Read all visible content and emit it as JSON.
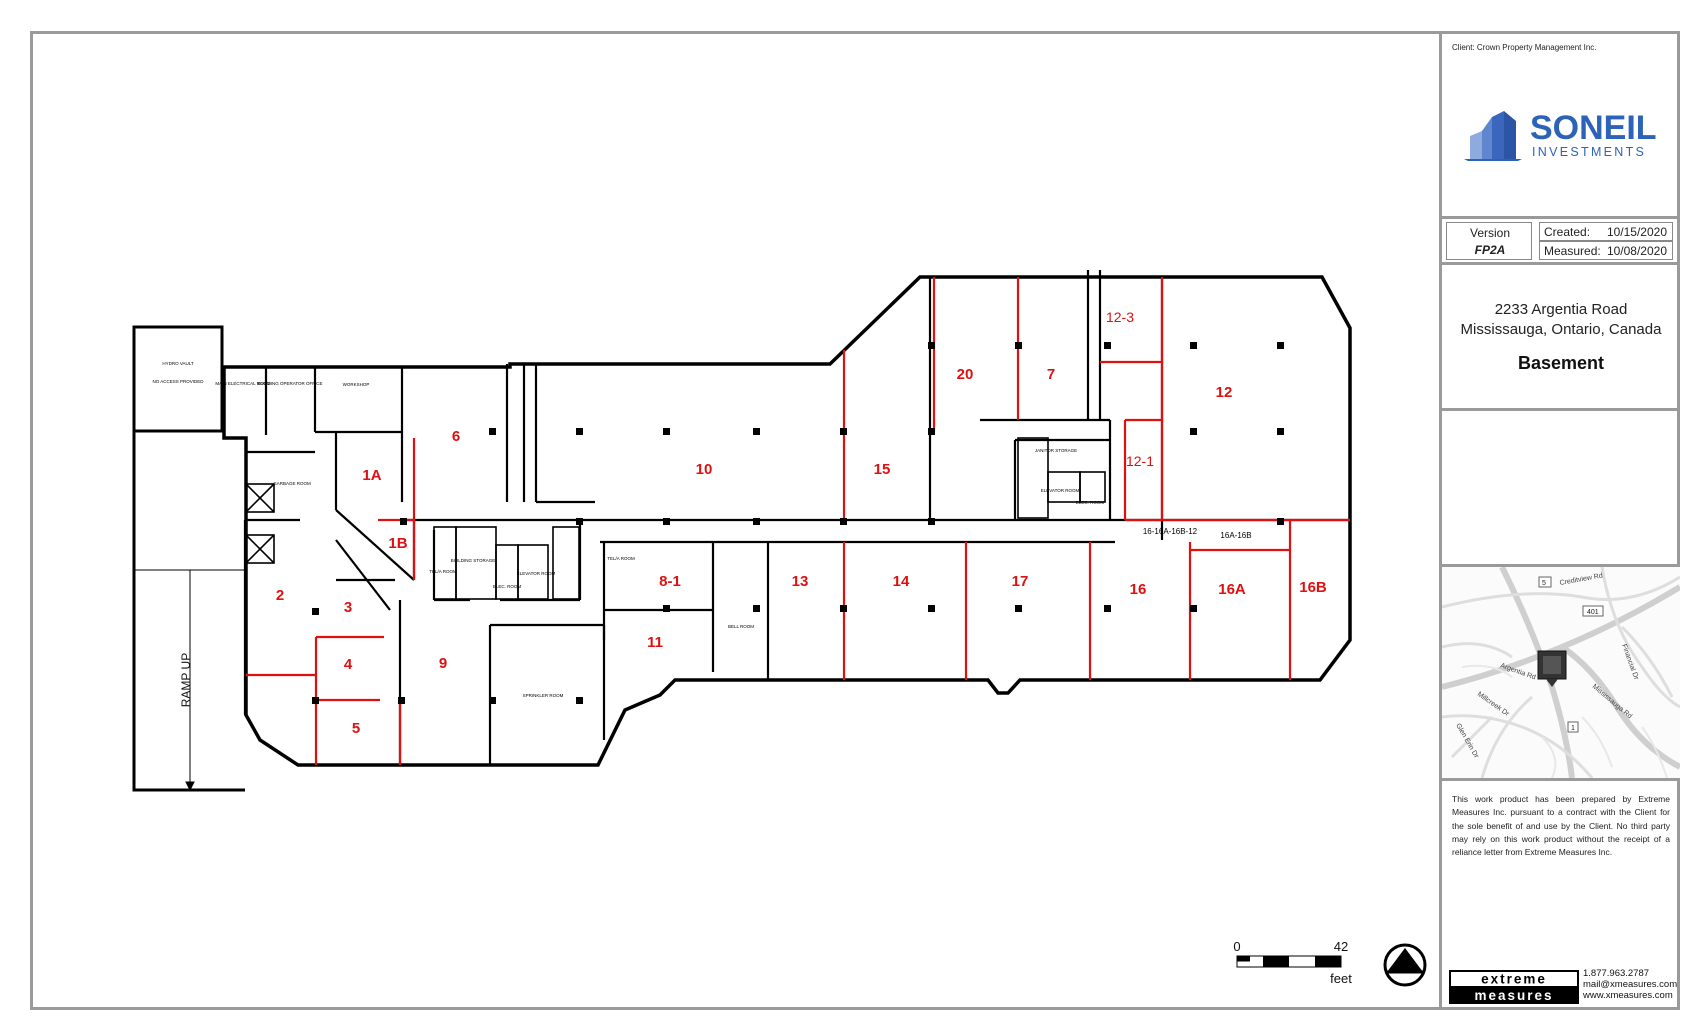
{
  "client_line": "Client:  Crown Property Management Inc.",
  "brand": {
    "name": "SONEIL",
    "tagline": "INVESTMENTS",
    "color": "#2c63b8"
  },
  "version": {
    "label": "Version",
    "value": "FP2A"
  },
  "created": {
    "label": "Created:",
    "value": "10/15/2020"
  },
  "measured": {
    "label": "Measured:",
    "value": "10/08/2020"
  },
  "address": {
    "line1": "2233 Argentia Road",
    "line2": "Mississauga, Ontario, Canada"
  },
  "floor": "Basement",
  "map": {
    "labels": [
      "Argentia Rd",
      "Millcreek Dr",
      "Mississauga Rd",
      "Glen Erin Dr",
      "Creditview Rd",
      "Financial Dr"
    ],
    "highways": [
      "5",
      "401",
      "1"
    ]
  },
  "disclaimer": "This work product has been prepared by Extreme Measures Inc. pursuant to a contract with the Client for the sole benefit of and use by the Client. No third party may rely on this work product without the receipt of a reliance letter from Extreme Measures Inc.",
  "footer": {
    "logo_line1": "extreme",
    "logo_line2": "measures",
    "phone": "1.877.963.2787",
    "email": "mail@xmeasures.com",
    "web": "www.xmeasures.com"
  },
  "scale": {
    "start": "0",
    "end": "42",
    "unit": "feet"
  },
  "colors": {
    "unit_label": "#e01010",
    "unit_line": "#e01010",
    "wall": "#000000",
    "frame": "#9a9a9a"
  },
  "units": [
    "1A",
    "1B",
    "2",
    "3",
    "4",
    "5",
    "6",
    "7",
    "8-1",
    "9",
    "10",
    "11",
    "12",
    "12-1",
    "12-3",
    "13",
    "14",
    "15",
    "16",
    "16A",
    "16B",
    "17",
    "20"
  ],
  "corridor_labels": [
    "16-16A-16B-12",
    "16A-16B"
  ],
  "room_labels": {
    "hydro_vault": "HYDRO VAULT",
    "no_access": "NO ACCESS PROVIDED",
    "main_electrical": "MAIN ELECTRICAL ROOM",
    "building_operator": "BUILDING OPERATOR OFFICE",
    "workshop": "WORKSHOP",
    "garbage": "GARBAGE ROOM",
    "tel_a": "TEL/A ROOM",
    "building_storage": "BUILDING STORAGE",
    "elec_a": "ELEC. ROOM",
    "elevator_a": "ELEVATOR ROOM",
    "tel_b": "TEL/A ROOM",
    "bell": "BELL ROOM",
    "sprinkler": "SPRINKLER ROOM",
    "janitor": "JANITOR STORAGE",
    "elevator_b": "ELEVATOR ROOM",
    "elec_b": "ELEC. ROOM"
  },
  "ramp_label": "RAMP UP"
}
